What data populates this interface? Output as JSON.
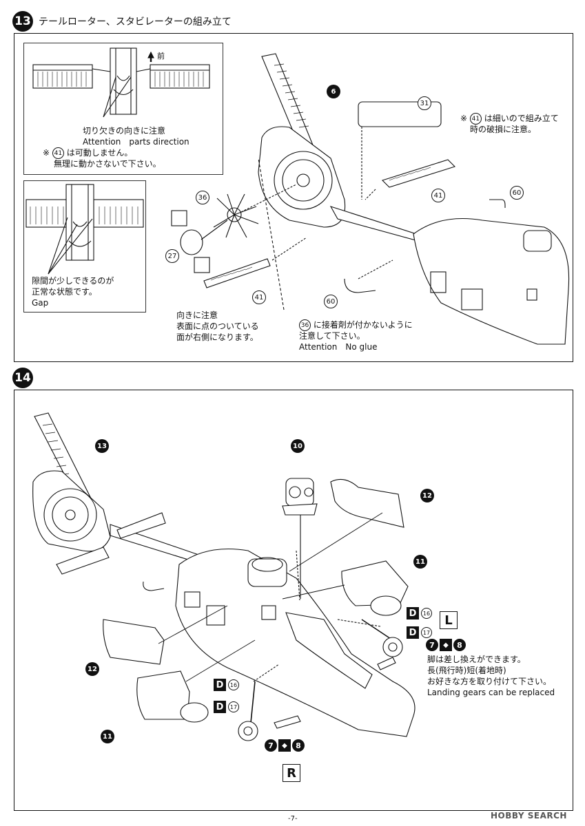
{
  "step13": {
    "number": "13",
    "title": "テールローター、スタビレーターの組み立て",
    "inset1": {
      "front_label": "前",
      "note_line1": "切り欠きの向きに注意",
      "note_line2": "Attention　parts direction",
      "note_line3_mark": "※",
      "note_line3_part": "41",
      "note_line3": "は可動しません。",
      "note_line4": "無理に動かさないで下さい。"
    },
    "inset2": {
      "note_line1": "隙間が少しできるのが",
      "note_line2": "正常な状態です。",
      "note_line3": "Gap"
    },
    "callouts": {
      "c6": "6"
    },
    "parts": {
      "p31": "31",
      "p41a": "41",
      "p41b": "41",
      "p60a": "60",
      "p60b": "60",
      "p36": "36",
      "p27": "27"
    },
    "note_41": {
      "mark": "※",
      "part": "41",
      "line1": "は細いので組み立て",
      "line2": "時の破損に注意。"
    },
    "note_direction": {
      "line1": "向きに注意",
      "line2": "表面に点のついている",
      "line3": "面が右側になります。"
    },
    "note_glue": {
      "part": "36",
      "line1": "に接着剤が付かないように",
      "line2": "注意して下さい。",
      "line3": "Attention　No glue"
    }
  },
  "step14": {
    "number": "14",
    "callouts": {
      "c13": "13",
      "c10": "10",
      "c12a": "12",
      "c12b": "12",
      "c11a": "11",
      "c11b": "11"
    },
    "right_gear": {
      "d_label": "D",
      "part_a": "16",
      "part_b": "17",
      "side": "L",
      "swap_left": "7",
      "swap_icon": "◆",
      "swap_right": "8"
    },
    "left_gear": {
      "d_label": "D",
      "part_a": "16",
      "part_b": "17",
      "side": "R",
      "swap_left": "7",
      "swap_icon": "◆",
      "swap_right": "8"
    },
    "gear_note": {
      "line1": "脚は差し換えができます。",
      "line2": "長(飛行時)短(着地時)",
      "line3": "お好きな方を取り付けて下さい。",
      "line4": "Landing gears can be replaced"
    }
  },
  "footer": {
    "page": "-7-",
    "logo": "HOBBY SEARCH"
  }
}
